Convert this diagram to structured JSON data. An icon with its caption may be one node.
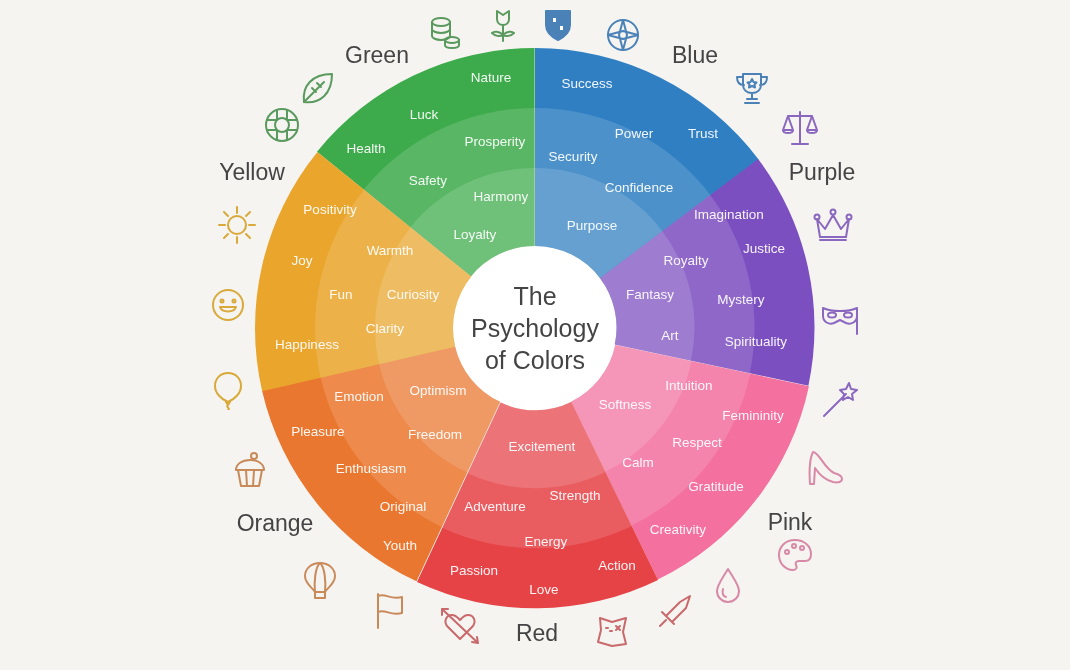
{
  "diagram": {
    "nodes": [
      {
        "text": [
          "The Psychology of Colors"
        ]
      },
      {
        "text": [
          "Nature",
          "Luck",
          "Health",
          "Prosperity",
          "Safety",
          "Harmony",
          "Loyalty"
        ],
        "beside": [
          "Green"
        ]
      },
      {
        "text": [
          "Success",
          "Power",
          "Trust",
          "Security",
          "Confidence",
          "Purpose"
        ],
        "beside": [
          "Blue"
        ]
      },
      {
        "text": [
          "Imagination",
          "Justice",
          "Royalty",
          "Fantasy",
          "Mystery",
          "Art",
          "Spirituality"
        ],
        "beside": [
          "Purple"
        ]
      },
      {
        "text": [
          "Intuition",
          "Softness",
          "Femininity",
          "Respect",
          "Calm",
          "Gratitude",
          "Creativity"
        ],
        "beside": [
          "Pink"
        ]
      },
      {
        "text": [
          "Excitement",
          "Strength",
          "Adventure",
          "Energy",
          "Action",
          "Passion",
          "Love"
        ],
        "beside": [
          "Red"
        ]
      },
      {
        "text": [
          "Emotion",
          "Optimism",
          "Pleasure",
          "Freedom",
          "Enthusiasm",
          "Original",
          "Youth"
        ],
        "beside": [
          "Orange"
        ]
      },
      {
        "text": [
          "Positivity",
          "Warmth",
          "Joy",
          "Fun",
          "Curiosity",
          "Clarity",
          "Happiness"
        ],
        "beside": [
          "Yellow"
        ]
      }
    ]
  }
}
